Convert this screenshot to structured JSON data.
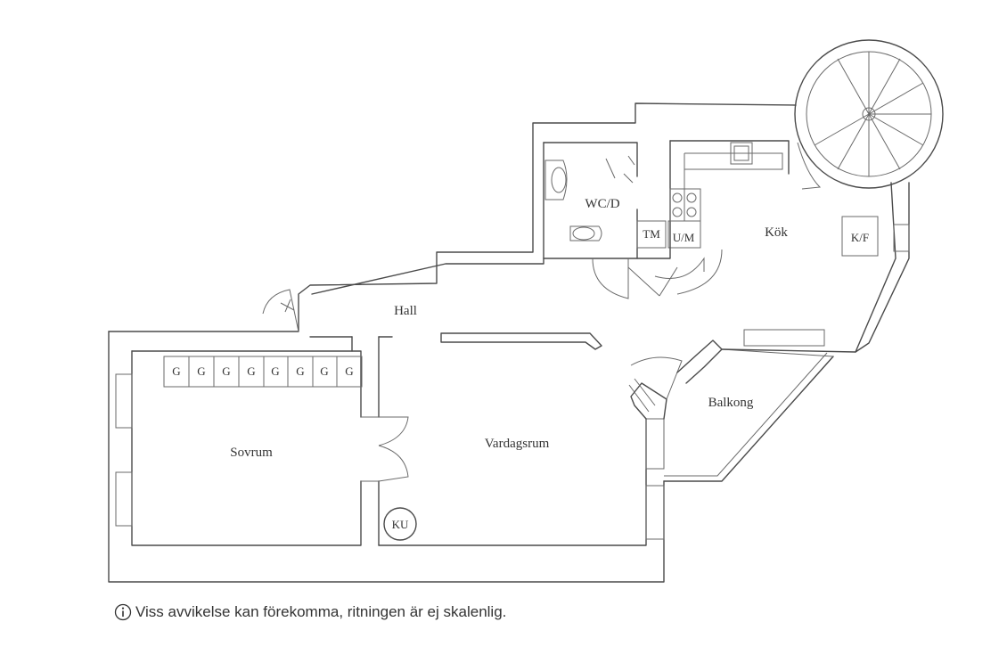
{
  "rooms": {
    "wc": "WC/D",
    "kitchen": "Kök",
    "tm": "TM",
    "um": "U/M",
    "kf": "K/F",
    "hall": "Hall",
    "balcony": "Balkong",
    "bedroom": "Sovrum",
    "living": "Vardagsrum",
    "ku": "KU"
  },
  "wardrobes": [
    "G",
    "G",
    "G",
    "G",
    "G",
    "G",
    "G",
    "G"
  ],
  "disclaimer": {
    "icon": "info-icon",
    "text": "Viss avvikelse kan förekomma, ritningen är ej skalenlig."
  }
}
